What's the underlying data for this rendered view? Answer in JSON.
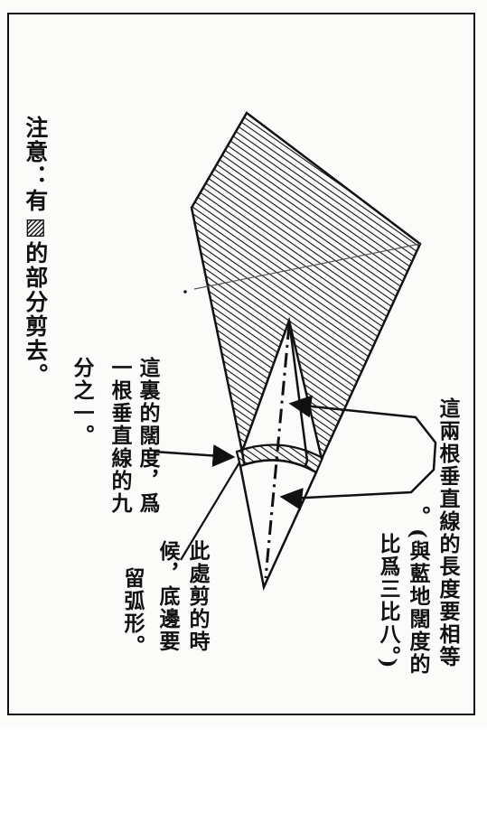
{
  "notes": {
    "hatch_note": "注意：有▨的部分剪去。",
    "width_note_line1": "這裏的闊度，爲",
    "width_note_line2": "一根垂直線的九",
    "width_note_line3": "分之一。",
    "length_note_line1": "這兩根垂直線的長度要相等",
    "length_note_line2": "。(與藍地闊度的",
    "length_note_line3": "比爲三比八。)",
    "cut_note_line1": "此處剪的時",
    "cut_note_line2": "候，底邊要",
    "cut_note_line3": "留弧形。"
  },
  "colors": {
    "ink": "#111111",
    "paper": "#fbfbf9"
  }
}
